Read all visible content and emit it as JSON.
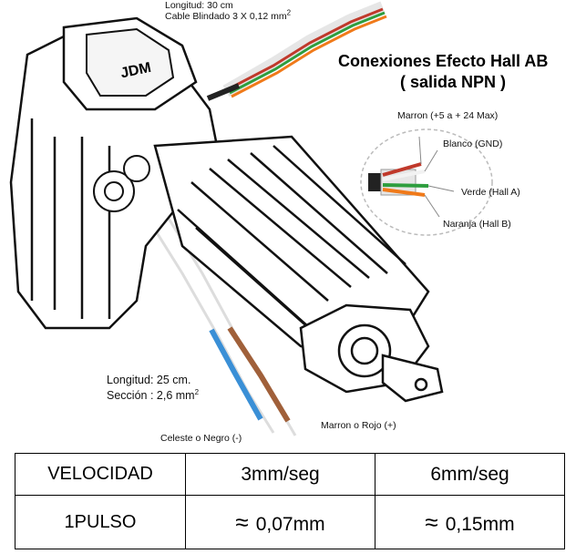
{
  "cable_top": {
    "length": "Longitud: 30 cm",
    "type": "Cable Blindado 3 X 0,12 mm",
    "sup": "2"
  },
  "hall": {
    "title_line1": "Conexiones Efecto Hall AB",
    "title_line2": "( salida NPN )",
    "wires": [
      {
        "label": "Marron (+5 a + 24 Max)",
        "color": "#c0392b"
      },
      {
        "label": "Blanco (GND)",
        "color": "#f2f2f2"
      },
      {
        "label": "Verde (Hall A)",
        "color": "#2e9e3e"
      },
      {
        "label": "Naranja (Hall B)",
        "color": "#f07a1a"
      }
    ]
  },
  "power": {
    "length": "Longitud: 25 cm.",
    "section": "Sección : 2,6 mm",
    "sup": "2",
    "neg": "Celeste o Negro (-)",
    "pos": "Marron o Rojo (+)"
  },
  "device_brand": "JDM",
  "table": {
    "row1": {
      "label": "VELOCIDAD",
      "v1": "3mm/seg",
      "v2": "6mm/seg"
    },
    "row2": {
      "label": "1PULSO",
      "approx": "≈",
      "v1": "0,07mm",
      "v2": "0,15mm"
    }
  }
}
